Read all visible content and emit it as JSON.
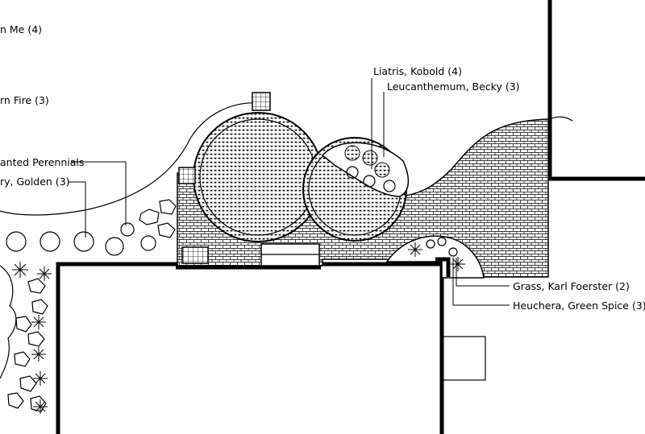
{
  "plant_labels": [
    {
      "key": "label-1",
      "text": "n Me (4)"
    },
    {
      "key": "label-2",
      "text": "rn Fire (3)"
    },
    {
      "key": "label-3",
      "text": "anted Perennials"
    },
    {
      "key": "label-4",
      "text": "ry, Golden (3)"
    },
    {
      "key": "label-5",
      "text": "Liatris, Kobold (4)"
    },
    {
      "key": "label-6",
      "text": "Leucanthemum, Becky (3)"
    },
    {
      "key": "label-7",
      "text": "Grass, Karl Foerster (2)"
    },
    {
      "key": "label-8",
      "text": "Heuchera, Green Spice (3)"
    }
  ],
  "colors": {
    "ink": "#000000",
    "paper": "#ffffff"
  }
}
